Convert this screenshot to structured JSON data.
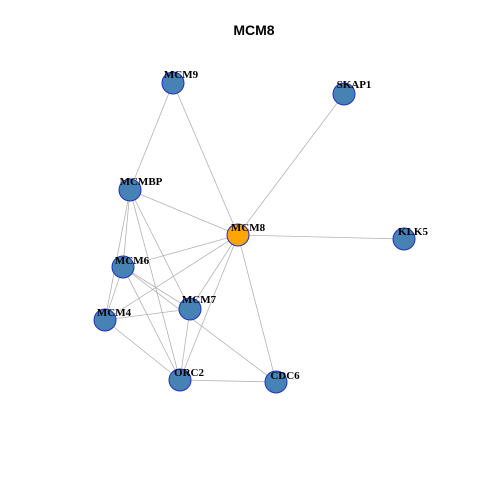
{
  "title": "MCM8",
  "colors": {
    "default_node": "#4682b4",
    "focus_node": "#ffa500",
    "node_border": "#1f2fc4",
    "edge": "#b3b3b3"
  },
  "nodes": [
    {
      "id": "MCM8",
      "label": "MCM8",
      "focus": true
    },
    {
      "id": "MCM9",
      "label": "MCM9",
      "focus": false
    },
    {
      "id": "SKAP1",
      "label": "SKAP1",
      "focus": false
    },
    {
      "id": "MCMBP",
      "label": "MCMBP",
      "focus": false
    },
    {
      "id": "KLK5",
      "label": "KLK5",
      "focus": false
    },
    {
      "id": "MCM6",
      "label": "MCM6",
      "focus": false
    },
    {
      "id": "MCM7",
      "label": "MCM7",
      "focus": false
    },
    {
      "id": "MCM4",
      "label": "MCM4",
      "focus": false
    },
    {
      "id": "ORC2",
      "label": "ORC2",
      "focus": false
    },
    {
      "id": "CDC6",
      "label": "CDC6",
      "focus": false
    }
  ],
  "edges": [
    [
      "MCM8",
      "MCM9"
    ],
    [
      "MCM8",
      "SKAP1"
    ],
    [
      "MCM8",
      "MCMBP"
    ],
    [
      "MCM8",
      "KLK5"
    ],
    [
      "MCM8",
      "MCM6"
    ],
    [
      "MCM8",
      "MCM7"
    ],
    [
      "MCM8",
      "MCM4"
    ],
    [
      "MCM8",
      "ORC2"
    ],
    [
      "MCM8",
      "CDC6"
    ],
    [
      "MCM9",
      "MCMBP"
    ],
    [
      "MCMBP",
      "MCM6"
    ],
    [
      "MCMBP",
      "MCM4"
    ],
    [
      "MCMBP",
      "MCM7"
    ],
    [
      "MCMBP",
      "ORC2"
    ],
    [
      "MCM6",
      "MCM4"
    ],
    [
      "MCM6",
      "MCM7"
    ],
    [
      "MCM6",
      "ORC2"
    ],
    [
      "MCM6",
      "CDC6"
    ],
    [
      "MCM4",
      "MCM7"
    ],
    [
      "MCM4",
      "ORC2"
    ],
    [
      "MCM7",
      "ORC2"
    ],
    [
      "ORC2",
      "CDC6"
    ]
  ]
}
